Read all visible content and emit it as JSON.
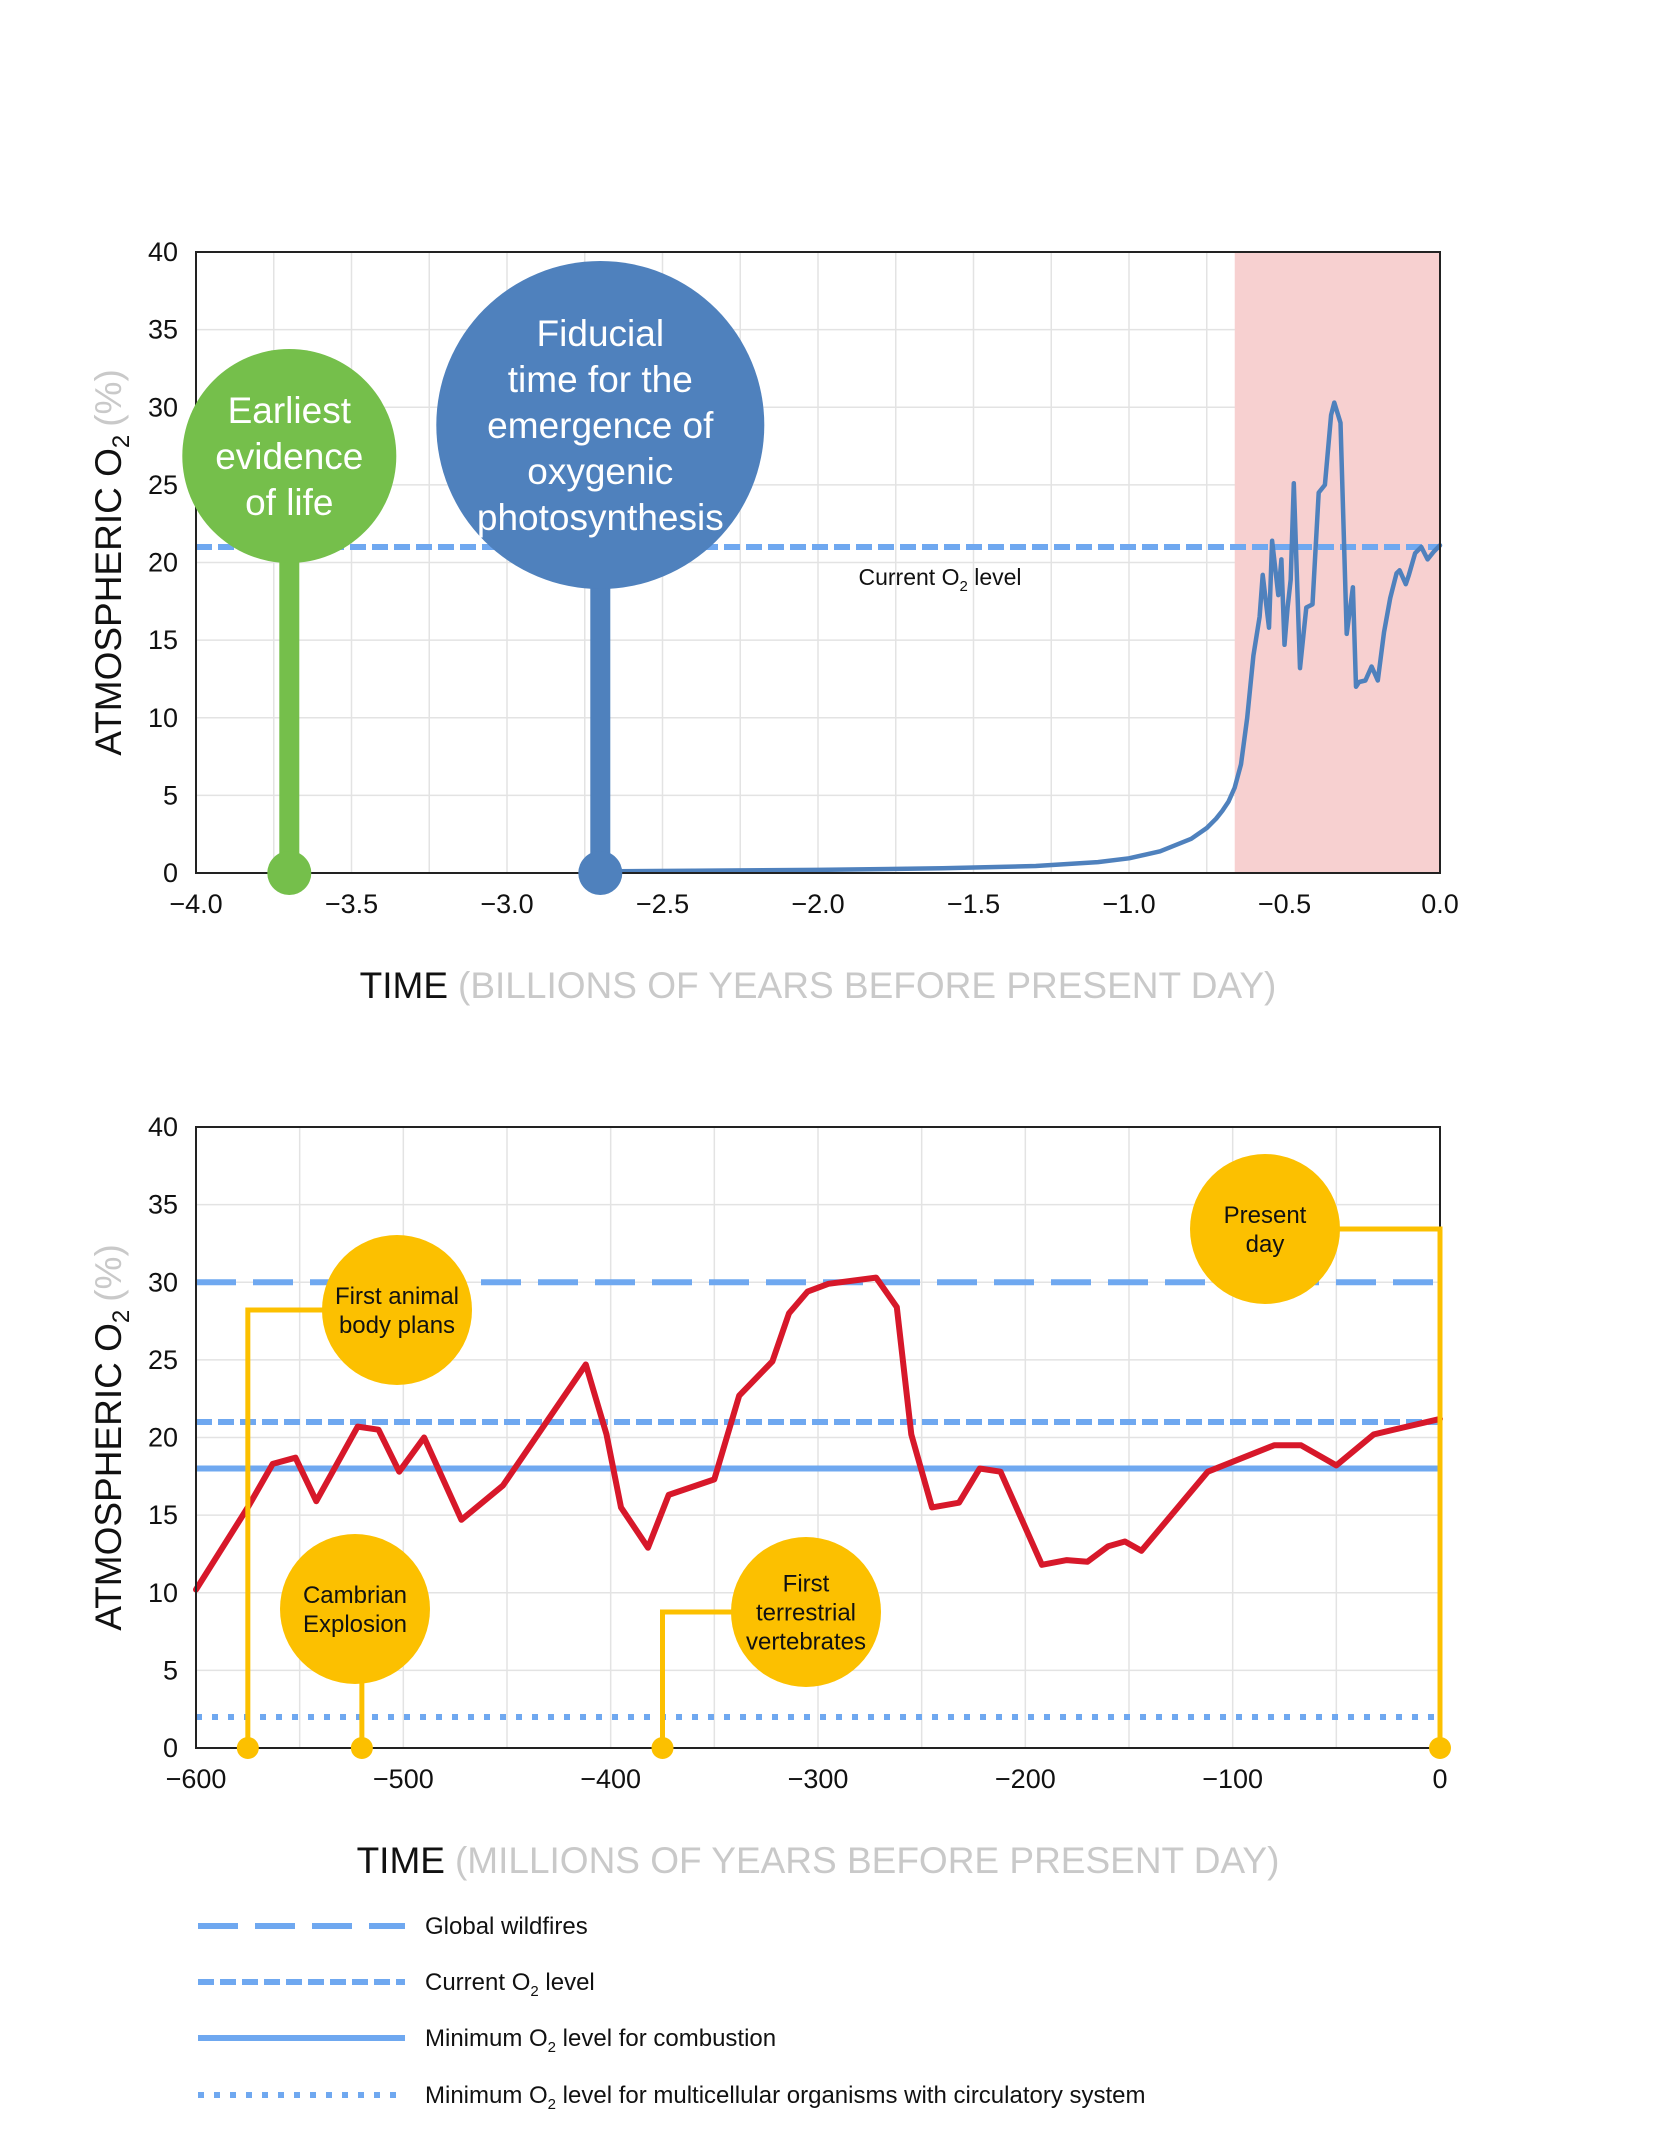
{
  "colors": {
    "o2_line": "#4f81bd",
    "phanerozoic_line": "#d7182a",
    "ref_line": "#6fa8f0",
    "life_marker": "#75bf4b",
    "photosynthesis_marker": "#4f81bd",
    "event_marker": "#fcc000",
    "highlight_band": "#f7d0d0",
    "grid": "#e3e3e3"
  },
  "chart_data": [
    {
      "type": "line",
      "ylabel_main": "ATMOSPHERIC O",
      "ylabel_sub": "2",
      "ylabel_unit": "(%)",
      "xlabel_main": "TIME",
      "xlabel_unit": "(BILLIONS OF YEARS BEFORE PRESENT DAY)",
      "xlim": [
        -4.0,
        0.0
      ],
      "ylim": [
        0,
        40
      ],
      "xticks": [
        -4.0,
        -3.5,
        -3.0,
        -2.5,
        -2.0,
        -1.5,
        -1.0,
        -0.5,
        0.0
      ],
      "xtick_labels": [
        "−4.0",
        "−3.5",
        "−3.0",
        "−2.5",
        "−2.0",
        "−1.5",
        "−1.0",
        "−0.5",
        "0.0"
      ],
      "yticks": [
        0,
        5,
        10,
        15,
        20,
        25,
        30,
        35,
        40
      ],
      "ytick_labels": [
        "0",
        "5",
        "10",
        "15",
        "20",
        "25",
        "30",
        "35",
        "40"
      ],
      "grid": true,
      "highlight_band": [
        -0.66,
        0.0
      ],
      "series": [
        {
          "x": [
            -2.7,
            -2.4,
            -2.0,
            -1.6,
            -1.3,
            -1.1,
            -1.0,
            -0.9,
            -0.8,
            -0.75,
            -0.72,
            -0.7,
            -0.68,
            -0.66,
            -0.64,
            -0.62,
            -0.6,
            -0.58,
            -0.57,
            -0.55,
            -0.54,
            -0.52,
            -0.51,
            -0.5,
            -0.49,
            -0.48,
            -0.47,
            -0.45,
            -0.43,
            -0.41,
            -0.39,
            -0.37,
            -0.35,
            -0.34,
            -0.32,
            -0.3,
            -0.28,
            -0.27,
            -0.26,
            -0.24,
            -0.22,
            -0.2,
            -0.18,
            -0.16,
            -0.14,
            -0.13,
            -0.11,
            -0.1,
            -0.08,
            -0.06,
            -0.04,
            -0.02,
            0.0
          ],
          "y": [
            0.1,
            0.15,
            0.2,
            0.3,
            0.45,
            0.7,
            0.95,
            1.4,
            2.2,
            2.9,
            3.5,
            4.0,
            4.6,
            5.5,
            7.0,
            10.0,
            14.0,
            16.5,
            19.2,
            15.8,
            21.4,
            17.9,
            20.2,
            14.7,
            17.1,
            18.9,
            25.1,
            13.2,
            17.1,
            17.3,
            24.5,
            25.0,
            29.5,
            30.3,
            29.0,
            15.4,
            18.4,
            12.0,
            12.3,
            12.4,
            13.3,
            12.4,
            15.5,
            17.7,
            19.3,
            19.5,
            18.6,
            19.2,
            20.6,
            21.0,
            20.2,
            20.7,
            21.1
          ]
        }
      ],
      "reference_lines": [
        {
          "name": "Current O2 level",
          "y": 21
        }
      ],
      "annotations": [
        {
          "x": -3.7,
          "y": 0,
          "lines": [
            "Earliest",
            "evidence",
            "of life"
          ]
        },
        {
          "x": -2.7,
          "y": 0,
          "lines": [
            "Fiducial",
            "time for the",
            "emergence of",
            "oxygenic",
            "photosynthesis"
          ]
        }
      ],
      "current_label_main": "Current O",
      "current_label_sub": "2",
      "current_label_tail": " level"
    },
    {
      "type": "line",
      "ylabel_main": "ATMOSPHERIC O",
      "ylabel_sub": "2",
      "ylabel_unit": "(%)",
      "xlabel_main": "TIME",
      "xlabel_unit": "(MILLIONS OF YEARS BEFORE PRESENT DAY)",
      "xlim": [
        -600,
        0
      ],
      "ylim": [
        0,
        40
      ],
      "xticks": [
        -600,
        -500,
        -400,
        -300,
        -200,
        -100,
        0
      ],
      "xtick_labels": [
        "−600",
        "−500",
        "−400",
        "−300",
        "−200",
        "−100",
        "0"
      ],
      "yticks": [
        0,
        5,
        10,
        15,
        20,
        25,
        30,
        35,
        40
      ],
      "ytick_labels": [
        "0",
        "5",
        "10",
        "15",
        "20",
        "25",
        "30",
        "35",
        "40"
      ],
      "grid": true,
      "series": [
        {
          "x": [
            -600,
            -575,
            -563,
            -552,
            -542,
            -522,
            -512,
            -502,
            -490,
            -472,
            -452,
            -412,
            -402,
            -395,
            -382,
            -372,
            -350,
            -338,
            -322,
            -314,
            -305,
            -295,
            -272,
            -262,
            -255,
            -245,
            -232,
            -222,
            -212,
            -192,
            -180,
            -170,
            -160,
            -152,
            -144,
            -112,
            -80,
            -67,
            -50,
            -32,
            0
          ],
          "y": [
            10.2,
            15.5,
            18.3,
            18.7,
            15.9,
            20.7,
            20.5,
            17.8,
            20.0,
            14.7,
            16.9,
            24.7,
            20.2,
            15.5,
            12.9,
            16.3,
            17.3,
            22.7,
            24.9,
            28.0,
            29.4,
            29.9,
            30.3,
            28.4,
            20.2,
            15.5,
            15.8,
            18.0,
            17.8,
            11.8,
            12.1,
            12.0,
            13.0,
            13.3,
            12.7,
            17.8,
            19.5,
            19.5,
            18.2,
            20.2,
            21.2
          ]
        }
      ],
      "reference_lines": [
        {
          "name": "Global wildfires",
          "y": 30,
          "style": "long-dash"
        },
        {
          "name": "Current O2 level",
          "y": 21,
          "style": "short-dash"
        },
        {
          "name": "Minimum O2 level for combustion",
          "y": 18,
          "style": "solid"
        },
        {
          "name": "Minimum O2 level for multicellular organisms with circulatory system",
          "y": 2,
          "style": "dotted"
        }
      ],
      "annotations": [
        {
          "x": -575,
          "lines": [
            "First animal",
            "body plans"
          ]
        },
        {
          "x": -520,
          "lines": [
            "Cambrian",
            "Explosion"
          ]
        },
        {
          "x": -375,
          "lines": [
            "First",
            "terrestrial",
            "vertebrates"
          ]
        },
        {
          "x": 0,
          "lines": [
            "Present",
            "day"
          ]
        }
      ],
      "legend": [
        {
          "style": "long-dash",
          "main": "Global wildfires",
          "sub": "",
          "tail": ""
        },
        {
          "style": "short-dash",
          "main": "Current O",
          "sub": "2",
          "tail": " level"
        },
        {
          "style": "solid",
          "main": "Minimum O",
          "sub": "2",
          "tail": " level for combustion"
        },
        {
          "style": "dotted",
          "main": "Minimum O",
          "sub": "2",
          "tail": " level for multicellular organisms with circulatory system"
        }
      ]
    }
  ]
}
